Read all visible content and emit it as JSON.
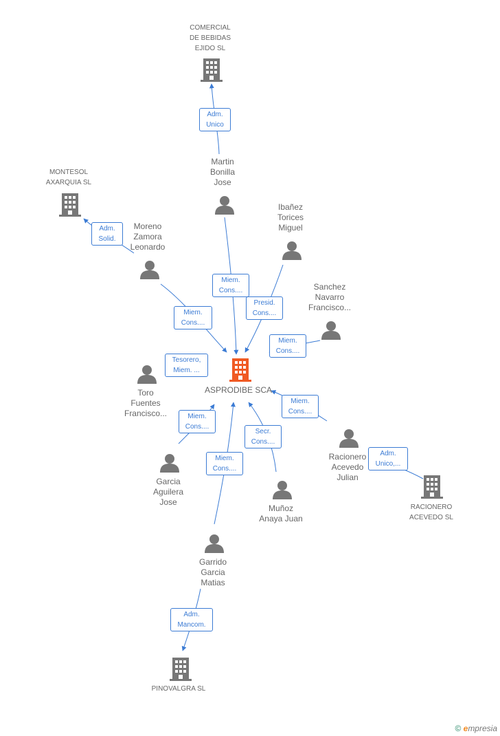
{
  "colors": {
    "edge": "#3b7bd4",
    "main_company": "#f05a23",
    "company": "#777777",
    "person": "#777777"
  },
  "main_company": {
    "label": "ASPRODIBE SCA",
    "icon": "building-icon"
  },
  "companies": [
    {
      "id": "comercial",
      "label": "COMERCIAL\nDE BEBIDAS\nEJIDO  SL",
      "icon": "building-icon"
    },
    {
      "id": "montesol",
      "label": "MONTESOL\nAXARQUIA SL",
      "icon": "building-icon"
    },
    {
      "id": "racionero-sl",
      "label": "RACIONERO\nACEVEDO SL",
      "icon": "building-icon"
    },
    {
      "id": "pinovalgra",
      "label": "PINOVALGRA SL",
      "icon": "building-icon"
    }
  ],
  "people": [
    {
      "id": "martin",
      "label": "Martin\nBonilla\nJose",
      "icon": "person-icon"
    },
    {
      "id": "ibanez",
      "label": "Ibañez\nTorices\nMiguel",
      "icon": "person-icon"
    },
    {
      "id": "moreno",
      "label": "Moreno\nZamora\nLeonardo",
      "icon": "person-icon"
    },
    {
      "id": "sanchez",
      "label": "Sanchez\nNavarro\nFrancisco...",
      "icon": "person-icon"
    },
    {
      "id": "toro",
      "label": "Toro\nFuentes\nFrancisco...",
      "icon": "person-icon"
    },
    {
      "id": "racionero",
      "label": "Racionero\nAcevedo\nJulian",
      "icon": "person-icon"
    },
    {
      "id": "garcia",
      "label": "Garcia\nAguilera\nJose",
      "icon": "person-icon"
    },
    {
      "id": "munoz",
      "label": "Muñoz\nAnaya Juan",
      "icon": "person-icon"
    },
    {
      "id": "garrido",
      "label": "Garrido\nGarcia\nMatias",
      "icon": "person-icon"
    }
  ],
  "roles": [
    {
      "id": "r1",
      "label": "Adm.\nUnico"
    },
    {
      "id": "r2",
      "label": "Adm.\nSolid."
    },
    {
      "id": "r3",
      "label": "Miem.\nCons...."
    },
    {
      "id": "r4",
      "label": "Presid.\nCons...."
    },
    {
      "id": "r5",
      "label": "Miem.\nCons...."
    },
    {
      "id": "r6",
      "label": "Miem.\nCons...."
    },
    {
      "id": "r7",
      "label": "Tesorero,\nMiem. ..."
    },
    {
      "id": "r8",
      "label": "Miem.\nCons...."
    },
    {
      "id": "r9",
      "label": "Miem.\nCons...."
    },
    {
      "id": "r10",
      "label": "Secr.\nCons...."
    },
    {
      "id": "r11",
      "label": "Adm.\nUnico,..."
    },
    {
      "id": "r12",
      "label": "Miem.\nCons...."
    },
    {
      "id": "r13",
      "label": "Adm.\nMancom."
    }
  ],
  "footer": {
    "copyright": "©",
    "brand_initial": "e",
    "brand_rest": "mpresia"
  }
}
